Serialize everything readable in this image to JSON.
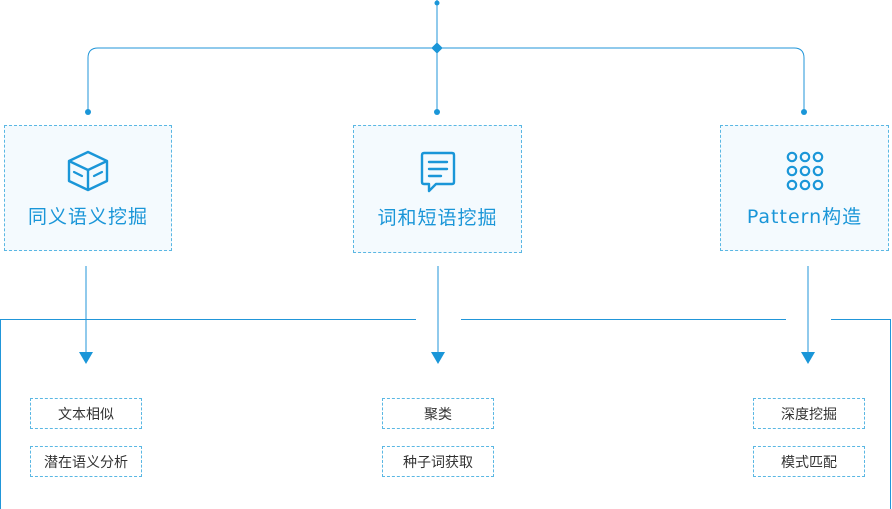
{
  "colors": {
    "accent": "#1a96d8",
    "line": "#2196d9",
    "dashed_border": "#5ab7e3",
    "box_fill": "#f4fafe",
    "tag_text": "#333333"
  },
  "branches": [
    {
      "id": "synonym",
      "label": "同义语义挖掘",
      "icon": "cube-icon",
      "results": [
        "文本相似",
        "潜在语义分析"
      ]
    },
    {
      "id": "phrase",
      "label": "词和短语挖掘",
      "icon": "document-chat-icon",
      "results": [
        "聚类",
        "种子词获取"
      ]
    },
    {
      "id": "pattern",
      "label": "Pattern构造",
      "icon": "dot-grid-icon",
      "results": [
        "深度挖掘",
        "模式匹配"
      ]
    }
  ]
}
